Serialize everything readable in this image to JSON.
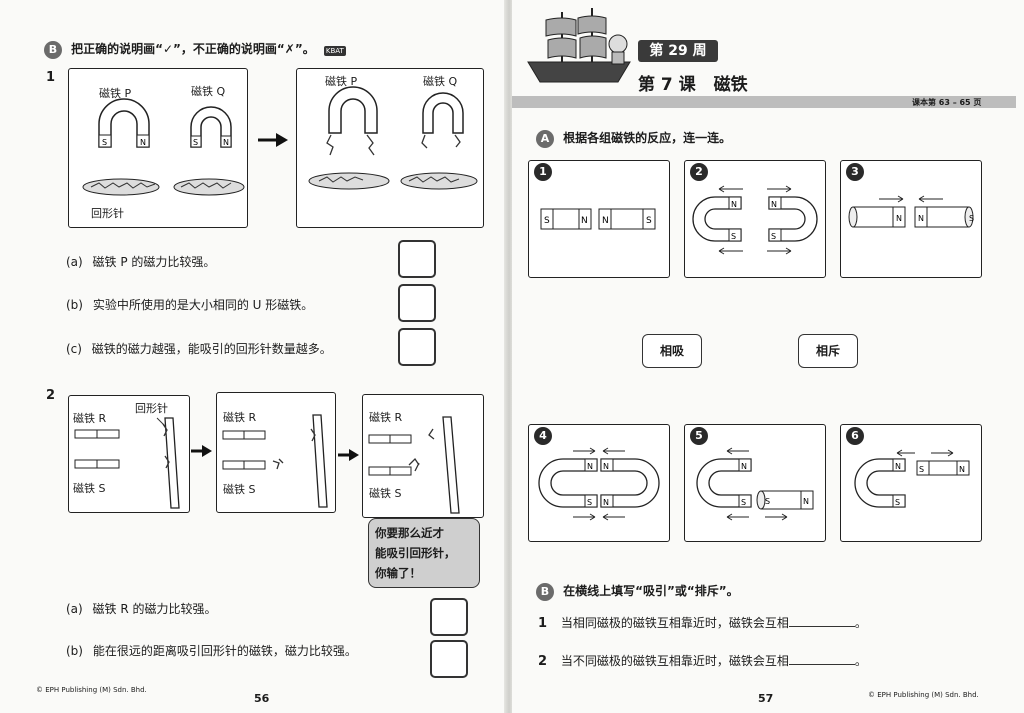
{
  "left_page": {
    "section_b": {
      "letter": "B",
      "instruction": "把正确的说明画“✓”，不正确的说明画“✗”。",
      "badge": "KBAT",
      "q1": {
        "number": "1",
        "magnet_p": "磁铁 P",
        "magnet_q": "磁铁 Q",
        "paperclips": "回形针",
        "pole_s": "S",
        "pole_n": "N",
        "statements": [
          {
            "label": "(a)",
            "text": "磁铁 P 的磁力比较强。"
          },
          {
            "label": "(b)",
            "text": "实验中所使用的是大小相同的 U 形磁铁。"
          },
          {
            "label": "(c)",
            "text": "磁铁的磁力越强，能吸引的回形针数量越多。"
          }
        ]
      },
      "q2": {
        "number": "2",
        "magnet_r": "磁铁 R",
        "magnet_s": "磁铁 S",
        "paperclips": "回形针",
        "speech": [
          "你要那么近才",
          "能吸引回形针，",
          "你输了！"
        ],
        "statements": [
          {
            "label": "(a)",
            "text": "磁铁 R 的磁力比较强。"
          },
          {
            "label": "(b)",
            "text": "能在很远的距离吸引回形针的磁铁，磁力比较强。"
          }
        ]
      }
    },
    "footer": "© EPH Publishing (M) Sdn. Bhd.",
    "page_number": "56"
  },
  "right_page": {
    "week": "第 29 周",
    "lesson": "第 7 课",
    "topic": "磁铁",
    "textbook_ref": "课本第 63 – 65 页",
    "section_a": {
      "letter": "A",
      "instruction": "根据各组磁铁的反应，连一连。",
      "items": [
        "1",
        "2",
        "3",
        "4",
        "5",
        "6"
      ],
      "pole_s": "S",
      "pole_n": "N",
      "words": [
        "相吸",
        "相斥"
      ]
    },
    "section_b": {
      "letter": "B",
      "instruction": "在横线上填写“吸引”或“排斥”。",
      "questions": [
        {
          "number": "1",
          "text": "当相同磁极的磁铁互相靠近时，磁铁会互相",
          "end": "。"
        },
        {
          "number": "2",
          "text": "当不同磁极的磁铁互相靠近时，磁铁会互相",
          "end": "。"
        }
      ]
    },
    "footer": "© EPH Publishing (M) Sdn. Bhd.",
    "page_number": "57"
  }
}
